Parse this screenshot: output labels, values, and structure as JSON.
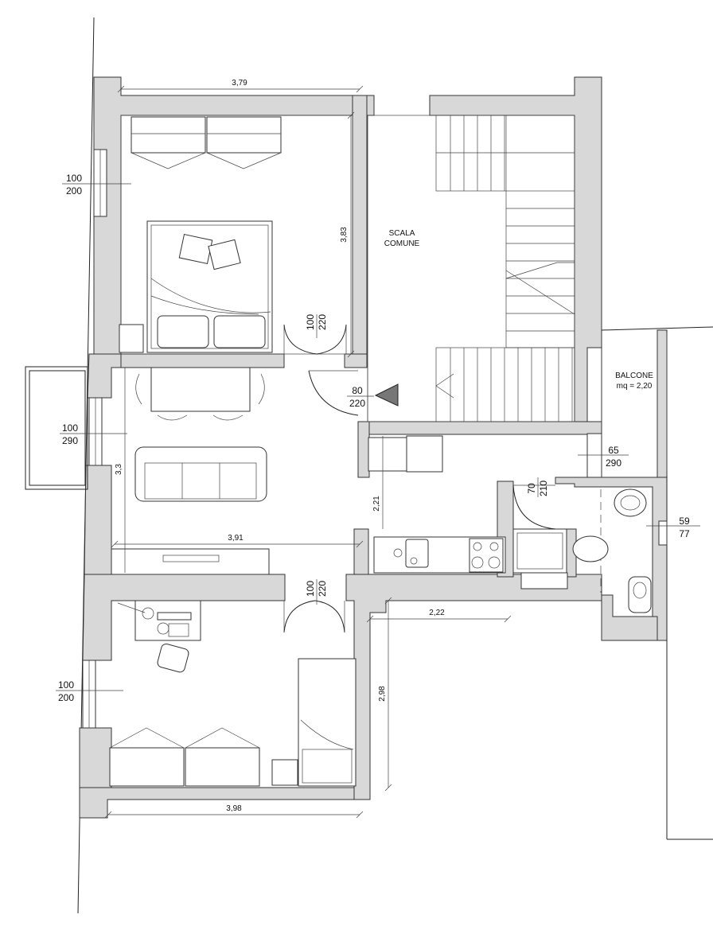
{
  "dimensions": {
    "top_width": "3,79",
    "bedroom_height": "3,83",
    "living_height": "3,3",
    "living_width": "3,91",
    "kitchen_height": "2,21",
    "room2_width_right": "2,22",
    "room2_height": "2,98",
    "bottom_width": "3,98"
  },
  "openings": {
    "bedroom_window": {
      "w": "100",
      "h": "200"
    },
    "living_window": {
      "w": "100",
      "h": "290"
    },
    "room2_window": {
      "w": "100",
      "h": "200"
    },
    "bedroom_door": {
      "w": "100",
      "h": "220"
    },
    "entrance_door": {
      "w": "80",
      "h": "220"
    },
    "room2_door": {
      "w": "100",
      "h": "220"
    },
    "balcony_door": {
      "w": "65",
      "h": "290"
    },
    "bath_door": {
      "w": "70",
      "h": "210"
    },
    "bath_window": {
      "w": "59",
      "h": "77"
    }
  },
  "rooms": {
    "stair_line1": "SCALA",
    "stair_line2": "COMUNE",
    "balcony_line1": "BALCONE",
    "balcony_line2": "mq = 2,20"
  },
  "colors": {
    "wall_fill": "#d8d8d8",
    "line": "#222222"
  }
}
